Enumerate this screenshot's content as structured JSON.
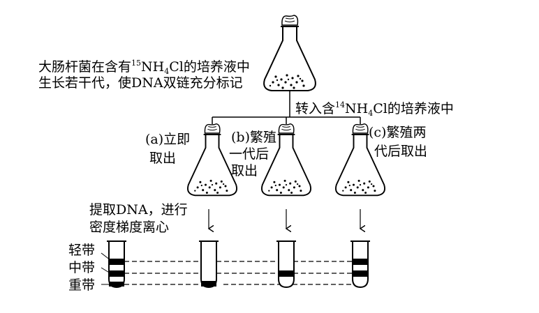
{
  "source": {
    "line1_pre": "大肠杆菌在含有",
    "line1_iso": "15",
    "line1_formula_a": "NH",
    "line1_formula_sub": "4",
    "line1_formula_b": "Cl",
    "line1_post": "的培养液中",
    "line2": "生长若干代，使DNA双链充分标记"
  },
  "transfer": {
    "pre": "转入含",
    "iso": "14",
    "formula_a": "NH",
    "formula_sub": "4",
    "formula_b": "Cl",
    "post": "的培养液中"
  },
  "flasks": {
    "a": [
      "(a)立即",
      "取出"
    ],
    "b": [
      "(b)繁殖",
      "一代后",
      "取出"
    ],
    "c": [
      "(c)繁殖两",
      "代后取出"
    ]
  },
  "procedure": [
    "提取DNA，进行",
    "密度梯度离心"
  ],
  "bands": {
    "light": "轻带",
    "middle": "中带",
    "heavy": "重带"
  }
}
